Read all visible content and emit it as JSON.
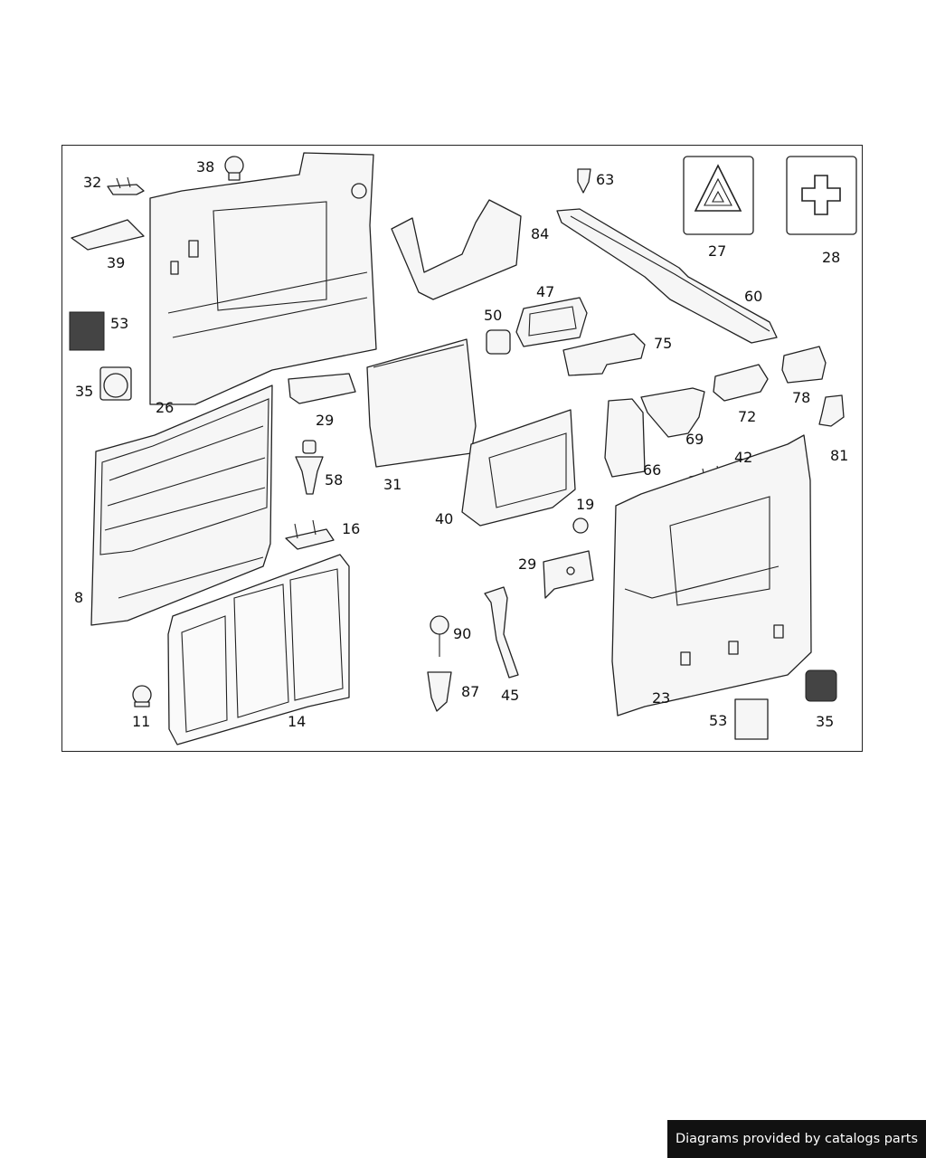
{
  "diagram": {
    "callouts": {
      "p38": "38",
      "p32": "32",
      "p39": "39",
      "p53a": "53",
      "p35a": "35",
      "p26": "26",
      "p29a": "29",
      "p31": "31",
      "p84": "84",
      "p63": "63",
      "p27": "27",
      "p28": "28",
      "p60": "60",
      "p47": "47",
      "p50": "50",
      "p75": "75",
      "p78": "78",
      "p72": "72",
      "p69": "69",
      "p66": "66",
      "p42": "42",
      "p81": "81",
      "p58": "58",
      "p16": "16",
      "p8": "8",
      "p40": "40",
      "p19": "19",
      "p29b": "29",
      "p90": "90",
      "p87": "87",
      "p45": "45",
      "p11": "11",
      "p14": "14",
      "p23": "23",
      "p53b": "53",
      "p35b": "35"
    },
    "icons": [
      "hazard-triangle-icon",
      "first-aid-cross-icon"
    ]
  },
  "footer": {
    "credit": "Diagrams provided by catalogs parts"
  }
}
